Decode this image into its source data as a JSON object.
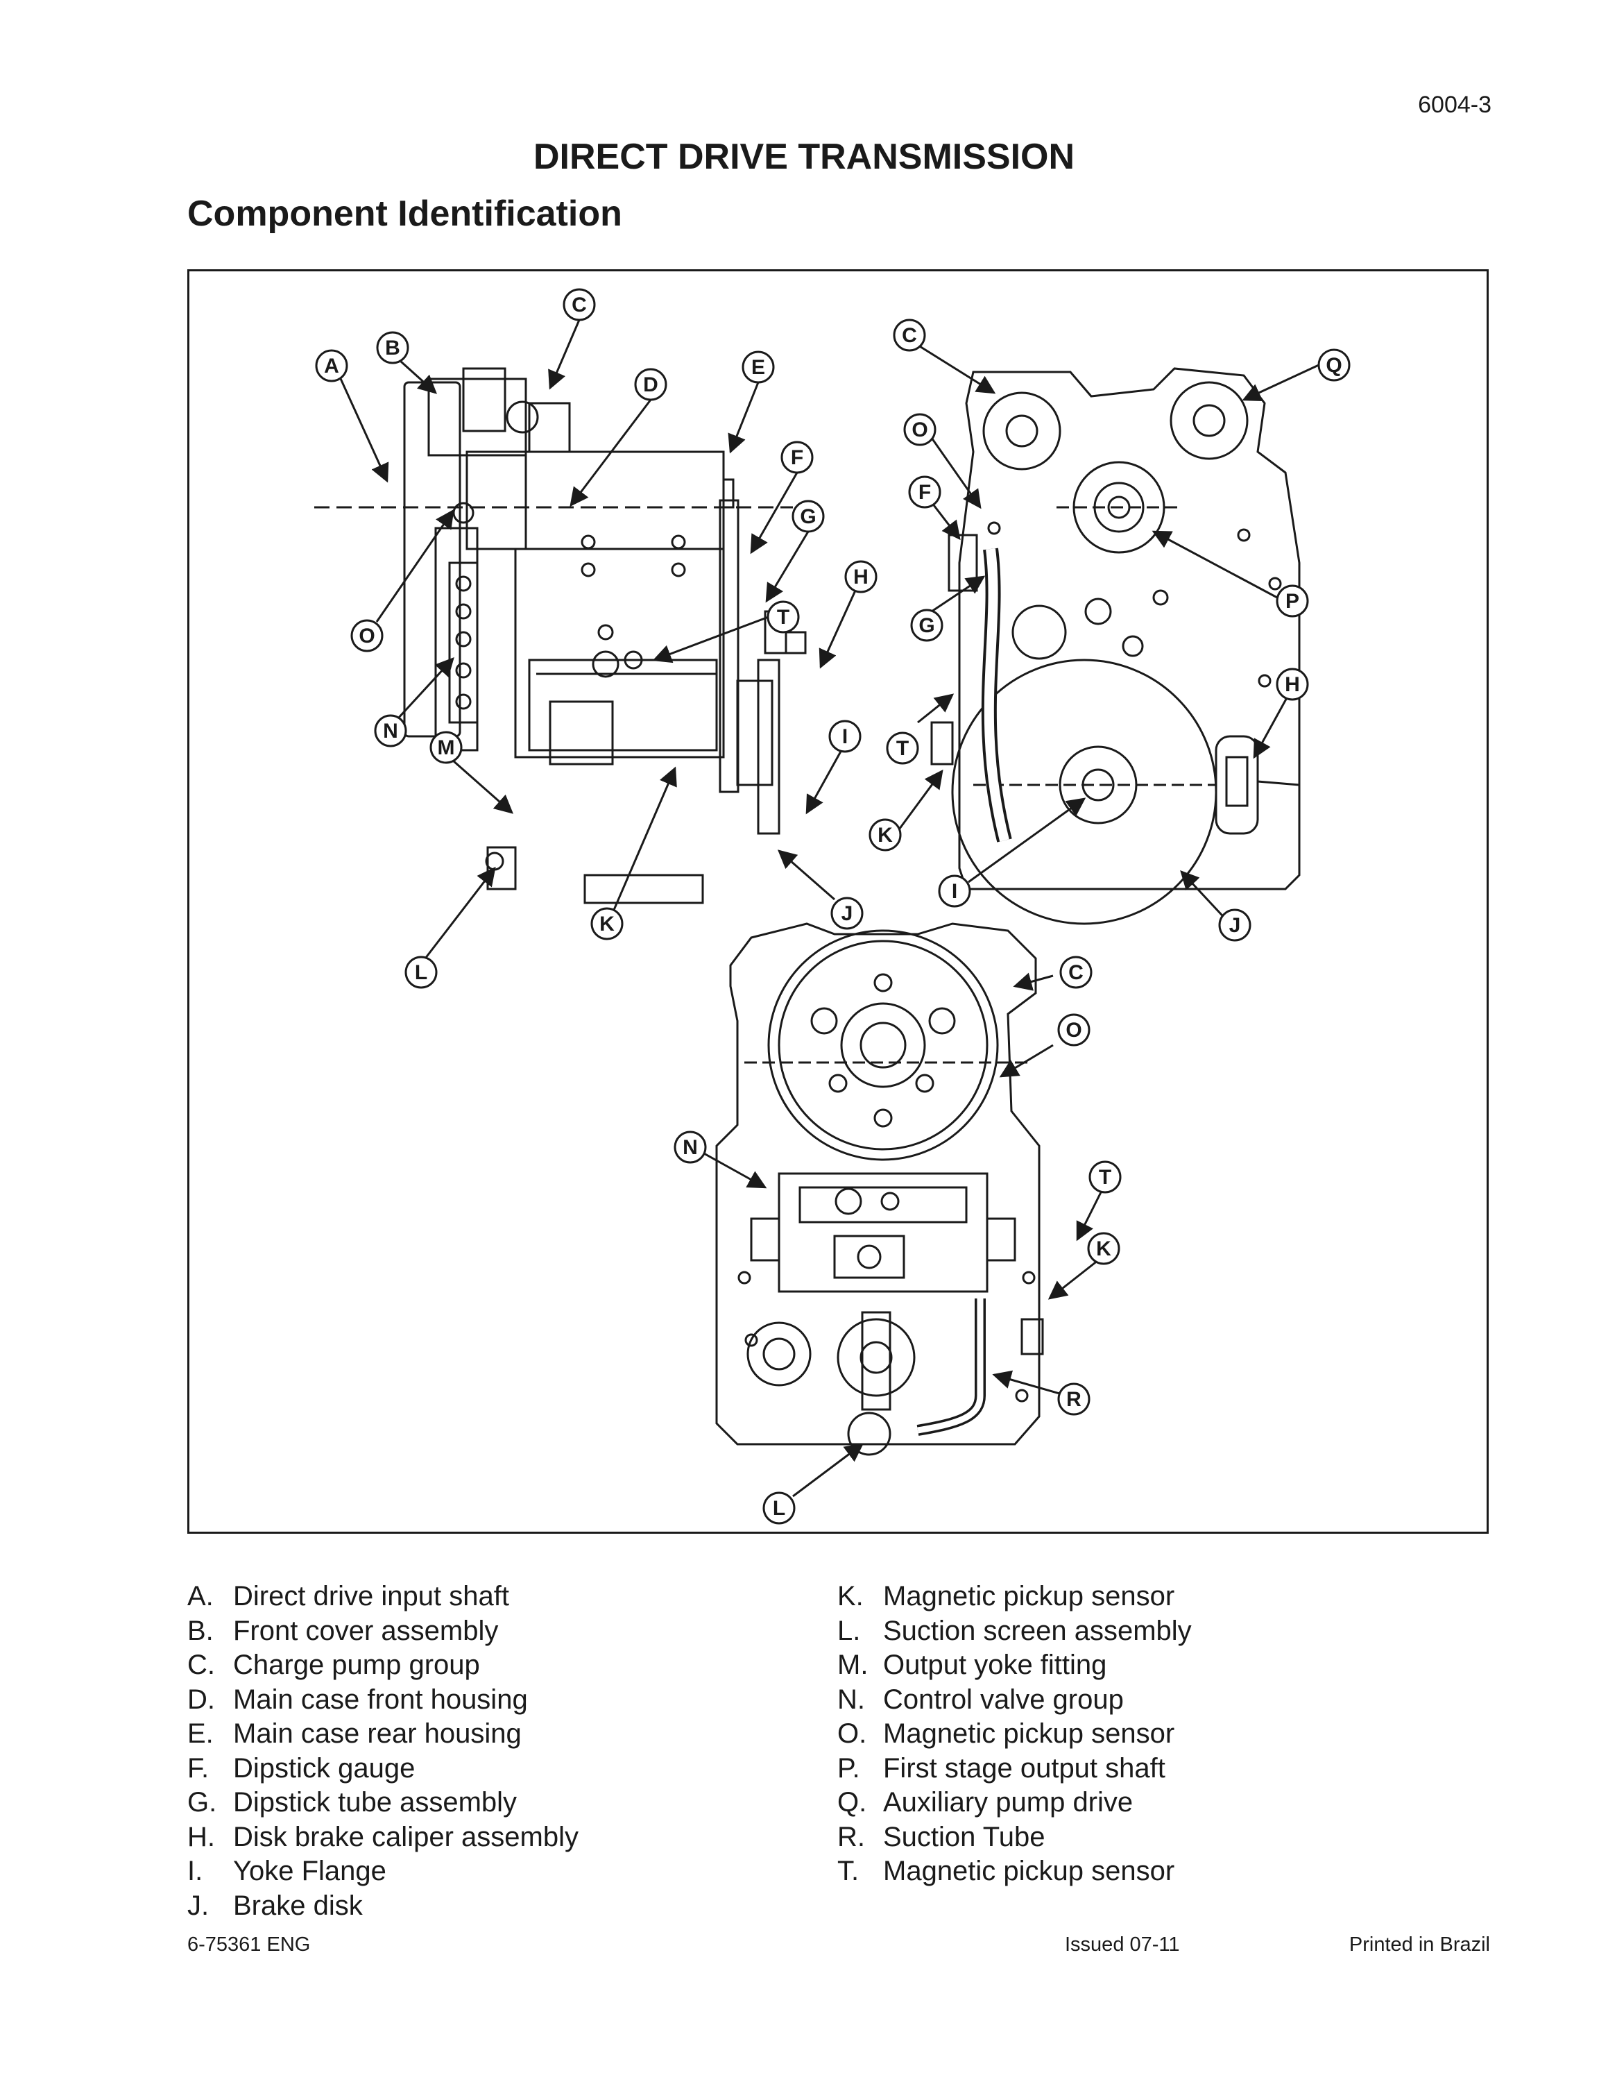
{
  "header": {
    "page_number": "6004-3",
    "title": "DIRECT DRIVE TRANSMISSION",
    "section": "Component Identification"
  },
  "figure": {
    "callouts_side_view": [
      "A",
      "B",
      "C",
      "D",
      "E",
      "F",
      "G",
      "H",
      "T",
      "I",
      "O",
      "N",
      "M",
      "J",
      "K",
      "L"
    ],
    "callouts_front_view": [
      "C",
      "Q",
      "O",
      "F",
      "P",
      "G",
      "H",
      "T",
      "K",
      "I",
      "J"
    ],
    "callouts_rear_view": [
      "C",
      "O",
      "N",
      "T",
      "K",
      "R",
      "L"
    ]
  },
  "legend_left": [
    {
      "letter": "A.",
      "text": "Direct drive input shaft"
    },
    {
      "letter": "B.",
      "text": "Front cover assembly"
    },
    {
      "letter": "C.",
      "text": "Charge pump group"
    },
    {
      "letter": "D.",
      "text": "Main case front housing"
    },
    {
      "letter": "E.",
      "text": "Main case rear housing"
    },
    {
      "letter": "F.",
      "text": "Dipstick gauge"
    },
    {
      "letter": "G.",
      "text": "Dipstick tube assembly"
    },
    {
      "letter": "H.",
      "text": "Disk brake caliper assembly"
    },
    {
      "letter": "I.",
      "text": "Yoke Flange"
    },
    {
      "letter": "J.",
      "text": "Brake disk"
    }
  ],
  "legend_right": [
    {
      "letter": "K.",
      "text": "Magnetic pickup sensor"
    },
    {
      "letter": "L.",
      "text": "Suction screen assembly"
    },
    {
      "letter": "M.",
      "text": "Output yoke fitting"
    },
    {
      "letter": "N.",
      "text": "Control valve group"
    },
    {
      "letter": "O.",
      "text": "Magnetic pickup sensor"
    },
    {
      "letter": "P.",
      "text": "First stage output shaft"
    },
    {
      "letter": "Q.",
      "text": "Auxiliary pump drive"
    },
    {
      "letter": "R.",
      "text": "Suction Tube"
    },
    {
      "letter": "T.",
      "text": "Magnetic pickup sensor"
    }
  ],
  "footer": {
    "doc_number": "6-75361 ENG",
    "issued": "Issued 07-11",
    "printed": "Printed in Brazil"
  }
}
